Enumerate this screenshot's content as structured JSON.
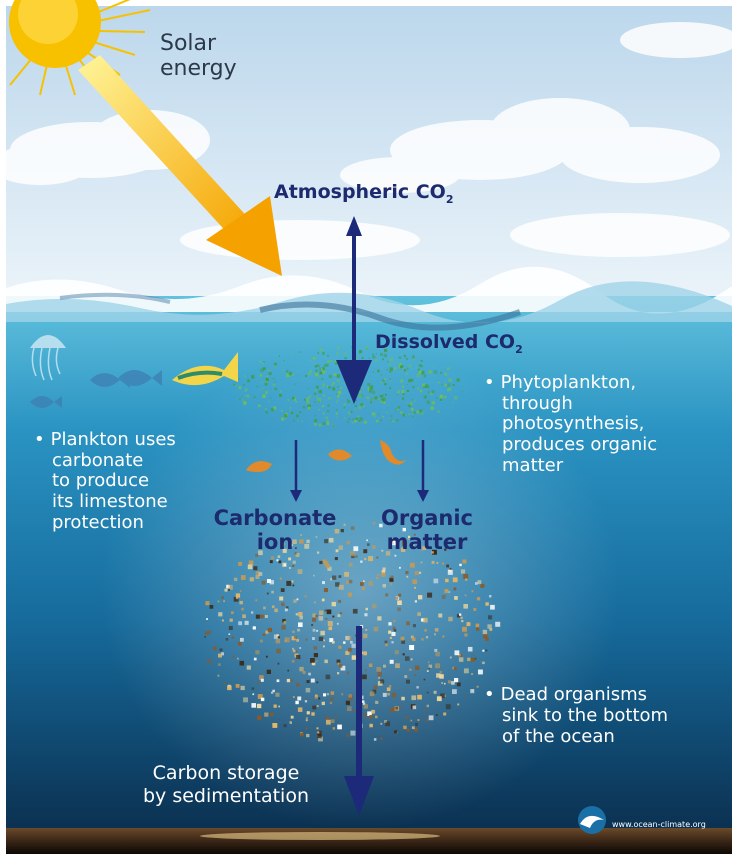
{
  "labels": {
    "solar": [
      "Solar",
      "energy"
    ],
    "atmospheric": {
      "text": "Atmospheric CO",
      "sub": "2"
    },
    "dissolved": {
      "text": "Dissolved CO",
      "sub": "2"
    },
    "phytoplankton": [
      "Phytoplankton,",
      "through",
      "photosynthesis,",
      "produces organic",
      "matter"
    ],
    "plankton": [
      "Plankton uses",
      "carbonate",
      "to produce",
      "its limestone",
      "protection"
    ],
    "carbonate": [
      "Carbonate",
      "ion"
    ],
    "organic": [
      "Organic",
      "matter"
    ],
    "dead": [
      "Dead organisms",
      "sink to the bottom",
      "of the ocean"
    ],
    "storage": [
      "Carbon storage",
      "by sedimentation"
    ],
    "bullet": "•",
    "url": "www.ocean-climate.org"
  },
  "colors": {
    "sky_top": "#c3dcef",
    "sky_bottom": "#e8f2f8",
    "sea_top": "#52b7d6",
    "sea_mid": "#1a7fb1",
    "sea_deep": "#0d3a5e",
    "arrow_blue": "#1d2a7a",
    "sun": "#f8c300",
    "ray": "#f8d000",
    "phyto_green": "#3f9e48"
  },
  "icons": [
    "sun-icon",
    "jellyfish-icon",
    "fish-icon",
    "shrimp-icon",
    "ocean-logo-icon"
  ]
}
